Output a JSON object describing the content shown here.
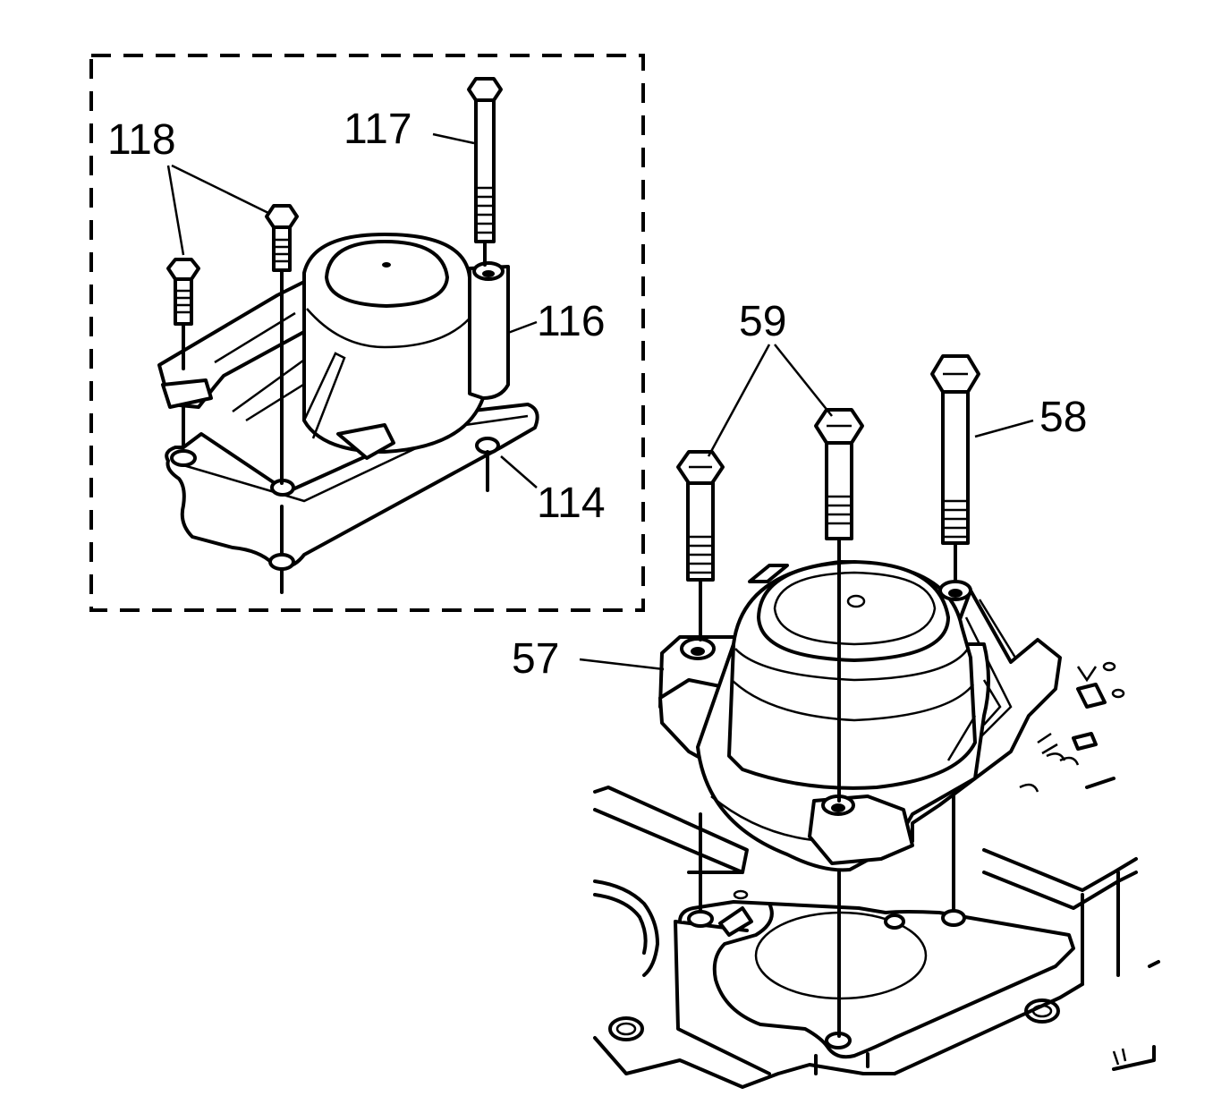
{
  "diagram": {
    "callouts": {
      "c118": "118",
      "c117": "117",
      "c116": "116",
      "c114": "114",
      "c59": "59",
      "c58": "58",
      "c57": "57"
    }
  }
}
